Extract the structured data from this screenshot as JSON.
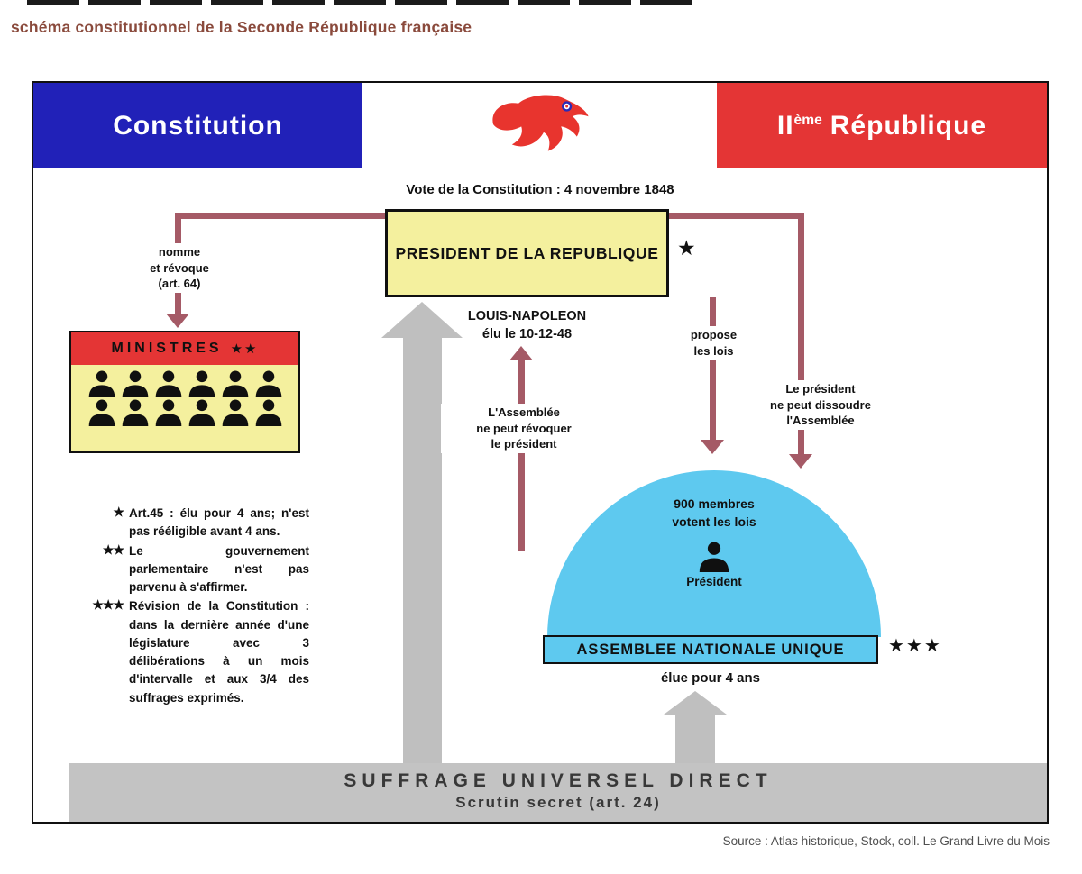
{
  "title": "schéma constitutionnel de la Seconde République française",
  "source": "Source : Atlas historique, Stock, coll. Le Grand Livre du Mois",
  "colors": {
    "flag_blue": "#2121b8",
    "flag_red": "#e43535",
    "arrow_maroon": "#a55a66",
    "pale_yellow": "#f4f09e",
    "sky_blue": "#5ec9ef",
    "gray": "#bfbfbf"
  },
  "header": {
    "constitution": "Constitution",
    "republique_base": "II",
    "republique_sup": "ème",
    "republique_rest": "République",
    "eagle_icon": "red-eagle-emblem"
  },
  "vote_caption": "Vote de la Constitution : 4 novembre 1848",
  "president": {
    "title": "PRESIDENT DE LA REPUBLIQUE",
    "star": "★",
    "name": "LOUIS-NAPOLEON\nélu le 10-12-48"
  },
  "labels": {
    "nomme": "nomme\net révoque\n(art. 64)",
    "propose": "propose\nles lois",
    "dissoudre": "Le président\nne peut dissoudre\nl'Assemblée",
    "revoquer": "L'Assemblée\nne peut révoquer\nle président"
  },
  "ministres": {
    "title": "MINISTRES",
    "stars": "★★",
    "icon": "minister-silhouette",
    "count": 12
  },
  "legend": {
    "items": [
      {
        "stars": "★",
        "text": "Art.45 : élu pour 4 ans; n'est pas rééligible avant 4 ans."
      },
      {
        "stars": "★★",
        "text": "Le gouvernement parlementaire n'est pas parvenu à s'affirmer."
      },
      {
        "stars": "★★★",
        "text": "Révision de la Constitution : dans la dernière année d'une législature avec 3 délibérations à un mois d'intervalle et aux 3/4 des suffrages exprimés."
      }
    ]
  },
  "assembly": {
    "members": "900 membres\nvotent les lois",
    "president_label": "Président",
    "bar_title": "ASSEMBLEE NATIONALE UNIQUE",
    "stars": "★★★",
    "elected": "élue pour 4 ans"
  },
  "suffrage": {
    "line1": "SUFFRAGE UNIVERSEL DIRECT",
    "line2": "Scrutin secret (art. 24)"
  }
}
